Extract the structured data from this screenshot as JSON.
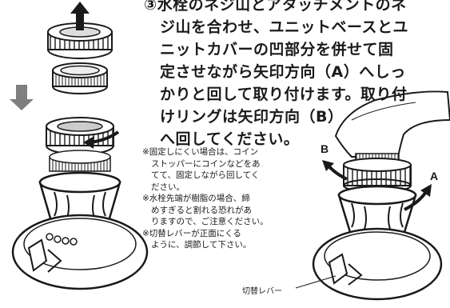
{
  "instruction": {
    "lines": [
      "③水栓のネジ山とアタッチメントのネ",
      "ジ山を合わせ、ユニットベースとユ",
      "ニットカバーの凹部分を併せて固",
      "定させながら矢印方向（A）へしっ",
      "かりと回して取り付けます。取り付",
      "けリングは矢印方向（B）",
      "へ回してください。"
    ]
  },
  "notes": {
    "lines": [
      "※固定しにくい場合は、コイン",
      "ストッパーにコインなどをあ",
      "てて、固定しながら回してく",
      "ださい。",
      "※水栓先端が樹脂の場合、締",
      "めすぎると割れる恐れがあ",
      "りますので、ご注意ください。",
      "※切替レバーが正面にくる",
      "ように、調節して下さい。"
    ]
  },
  "labels": {
    "a": "A",
    "b": "B",
    "lever": "切替レバー"
  },
  "colors": {
    "ink": "#1a1a1a",
    "arrow_gray": "#7f7f7f",
    "fill_gray": "#d9d9d9"
  }
}
